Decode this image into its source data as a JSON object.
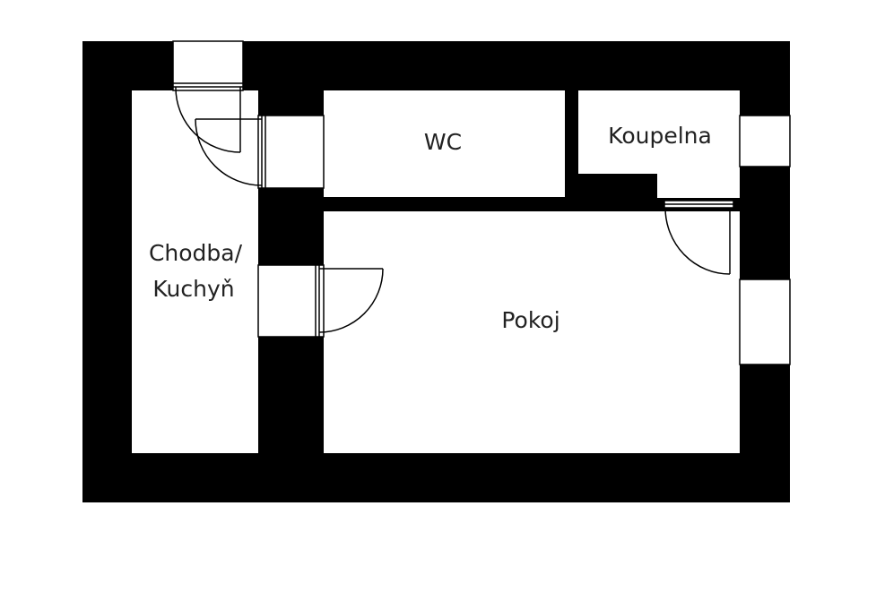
{
  "floor_plan": {
    "rooms": {
      "hallway": {
        "line1": "Chodba/",
        "line2": "Kuchyň"
      },
      "wc": {
        "label": "WC"
      },
      "bathroom": {
        "label": "Koupelna"
      },
      "living_room": {
        "label": "Pokoj"
      }
    },
    "colors": {
      "wall": "#000000",
      "floor": "#ffffff",
      "line": "#000000",
      "text": "#222222"
    }
  }
}
